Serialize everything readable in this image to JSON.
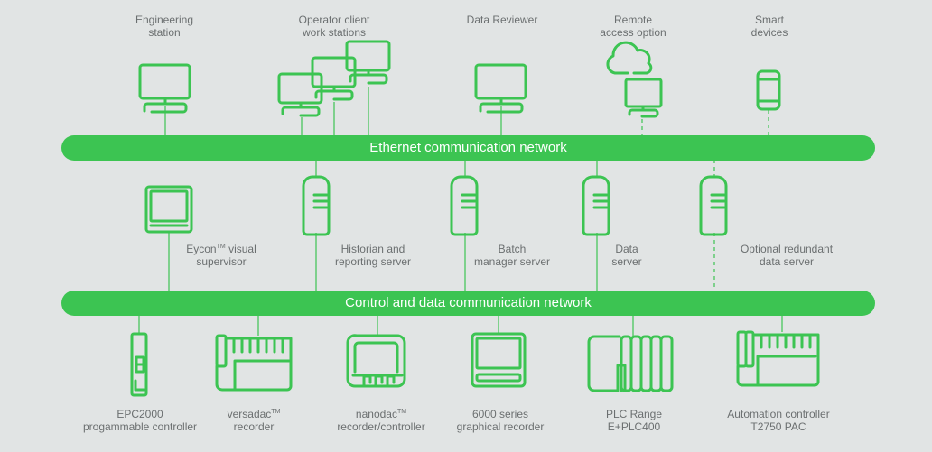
{
  "colors": {
    "accent": "#3cc452",
    "background": "#e1e4e4",
    "label_text": "#6b6f70",
    "bus_text": "#ffffff"
  },
  "networks": {
    "ethernet": "Ethernet communication network",
    "control": "Control and data communication network"
  },
  "top_devices": [
    {
      "id": "engineering-station",
      "icon": "monitor-icon",
      "lines": [
        "Engineering",
        "station"
      ],
      "connection": "solid"
    },
    {
      "id": "operator-client-work-stations",
      "icon": "monitor-stack-icon",
      "lines": [
        "Operator client",
        "work stations"
      ],
      "connection": "solid"
    },
    {
      "id": "data-reviewer",
      "icon": "monitor-icon",
      "lines": [
        "Data Reviewer"
      ],
      "connection": "solid"
    },
    {
      "id": "remote-access-option",
      "icon": "cloud-monitor-icon",
      "lines": [
        "Remote",
        "access option"
      ],
      "connection": "dashed"
    },
    {
      "id": "smart-devices",
      "icon": "smartphone-icon",
      "lines": [
        "Smart",
        "devices"
      ],
      "connection": "dashed"
    }
  ],
  "middle_devices": [
    {
      "id": "eycon-visual-supervisor",
      "icon": "panel-display-icon",
      "lines": [
        "Eycon",
        "visual",
        "supervisor"
      ],
      "tm_after": 0,
      "connection": "solid"
    },
    {
      "id": "historian-reporting-server",
      "icon": "server-icon",
      "lines": [
        "Historian and",
        "reporting server"
      ],
      "connection": "solid"
    },
    {
      "id": "batch-manager-server",
      "icon": "server-icon",
      "lines": [
        "Batch",
        "manager server"
      ],
      "connection": "solid"
    },
    {
      "id": "data-server",
      "icon": "server-icon",
      "lines": [
        "Data",
        "server"
      ],
      "connection": "solid"
    },
    {
      "id": "optional-redundant-data-server",
      "icon": "server-icon",
      "lines": [
        "Optional redundant",
        "data server"
      ],
      "connection": "dashed"
    }
  ],
  "bottom_devices": [
    {
      "id": "epc2000-controller",
      "icon": "din-module-icon",
      "lines": [
        "EPC2000",
        "progammable controller"
      ]
    },
    {
      "id": "versadac-recorder",
      "icon": "terminal-recorder-icon",
      "lines": [
        "versadac",
        "recorder"
      ],
      "tm": true
    },
    {
      "id": "nanodac-recorder-controller",
      "icon": "nanodac-icon",
      "lines": [
        "nanodac",
        "recorder/controller"
      ],
      "tm": true
    },
    {
      "id": "6000-series-recorder",
      "icon": "graphical-recorder-icon",
      "lines": [
        "6000 series",
        "graphical recorder"
      ]
    },
    {
      "id": "plc-range",
      "icon": "plc-rack-icon",
      "lines": [
        "PLC Range",
        "E+PLC400"
      ]
    },
    {
      "id": "t2750-pac",
      "icon": "automation-controller-icon",
      "lines": [
        "Automation controller",
        "T2750 PAC"
      ]
    }
  ],
  "tm_symbol": "TM"
}
